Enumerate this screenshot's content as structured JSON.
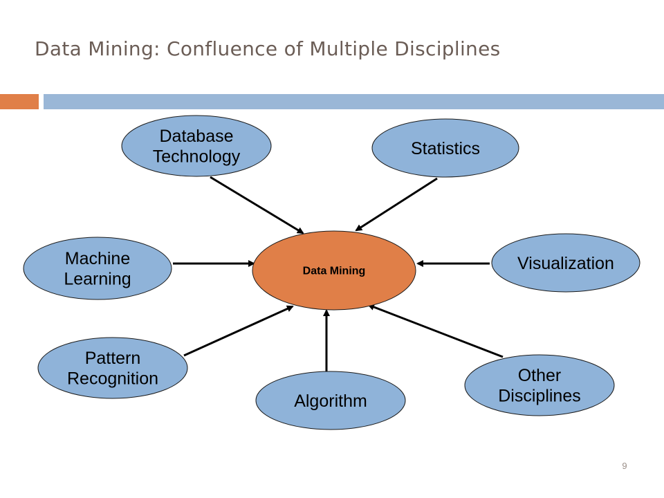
{
  "slide": {
    "title": "Data Mining: Confluence of Multiple Disciplines",
    "page_number": "9"
  },
  "colors": {
    "accent_bar": "#e07f48",
    "main_bar": "#9ab7d7",
    "node_fill": "#8fb3d9",
    "center_fill": "#e07f48",
    "title_text": "#6b5d56"
  },
  "diagram": {
    "center": {
      "label": "Data Mining"
    },
    "nodes": [
      {
        "id": "database-technology",
        "lines": [
          "Database",
          "Technology"
        ]
      },
      {
        "id": "statistics",
        "lines": [
          "Statistics"
        ]
      },
      {
        "id": "machine-learning",
        "lines": [
          "Machine",
          "Learning"
        ]
      },
      {
        "id": "visualization",
        "lines": [
          "Visualization"
        ]
      },
      {
        "id": "pattern-recognition",
        "lines": [
          "Pattern",
          "Recognition"
        ]
      },
      {
        "id": "algorithm",
        "lines": [
          "Algorithm"
        ]
      },
      {
        "id": "other-disciplines",
        "lines": [
          "Other",
          "Disciplines"
        ]
      }
    ],
    "edges": [
      {
        "from": "database-technology",
        "to": "center"
      },
      {
        "from": "statistics",
        "to": "center"
      },
      {
        "from": "machine-learning",
        "to": "center"
      },
      {
        "from": "visualization",
        "to": "center"
      },
      {
        "from": "pattern-recognition",
        "to": "center"
      },
      {
        "from": "algorithm",
        "to": "center"
      },
      {
        "from": "other-disciplines",
        "to": "center"
      }
    ]
  }
}
